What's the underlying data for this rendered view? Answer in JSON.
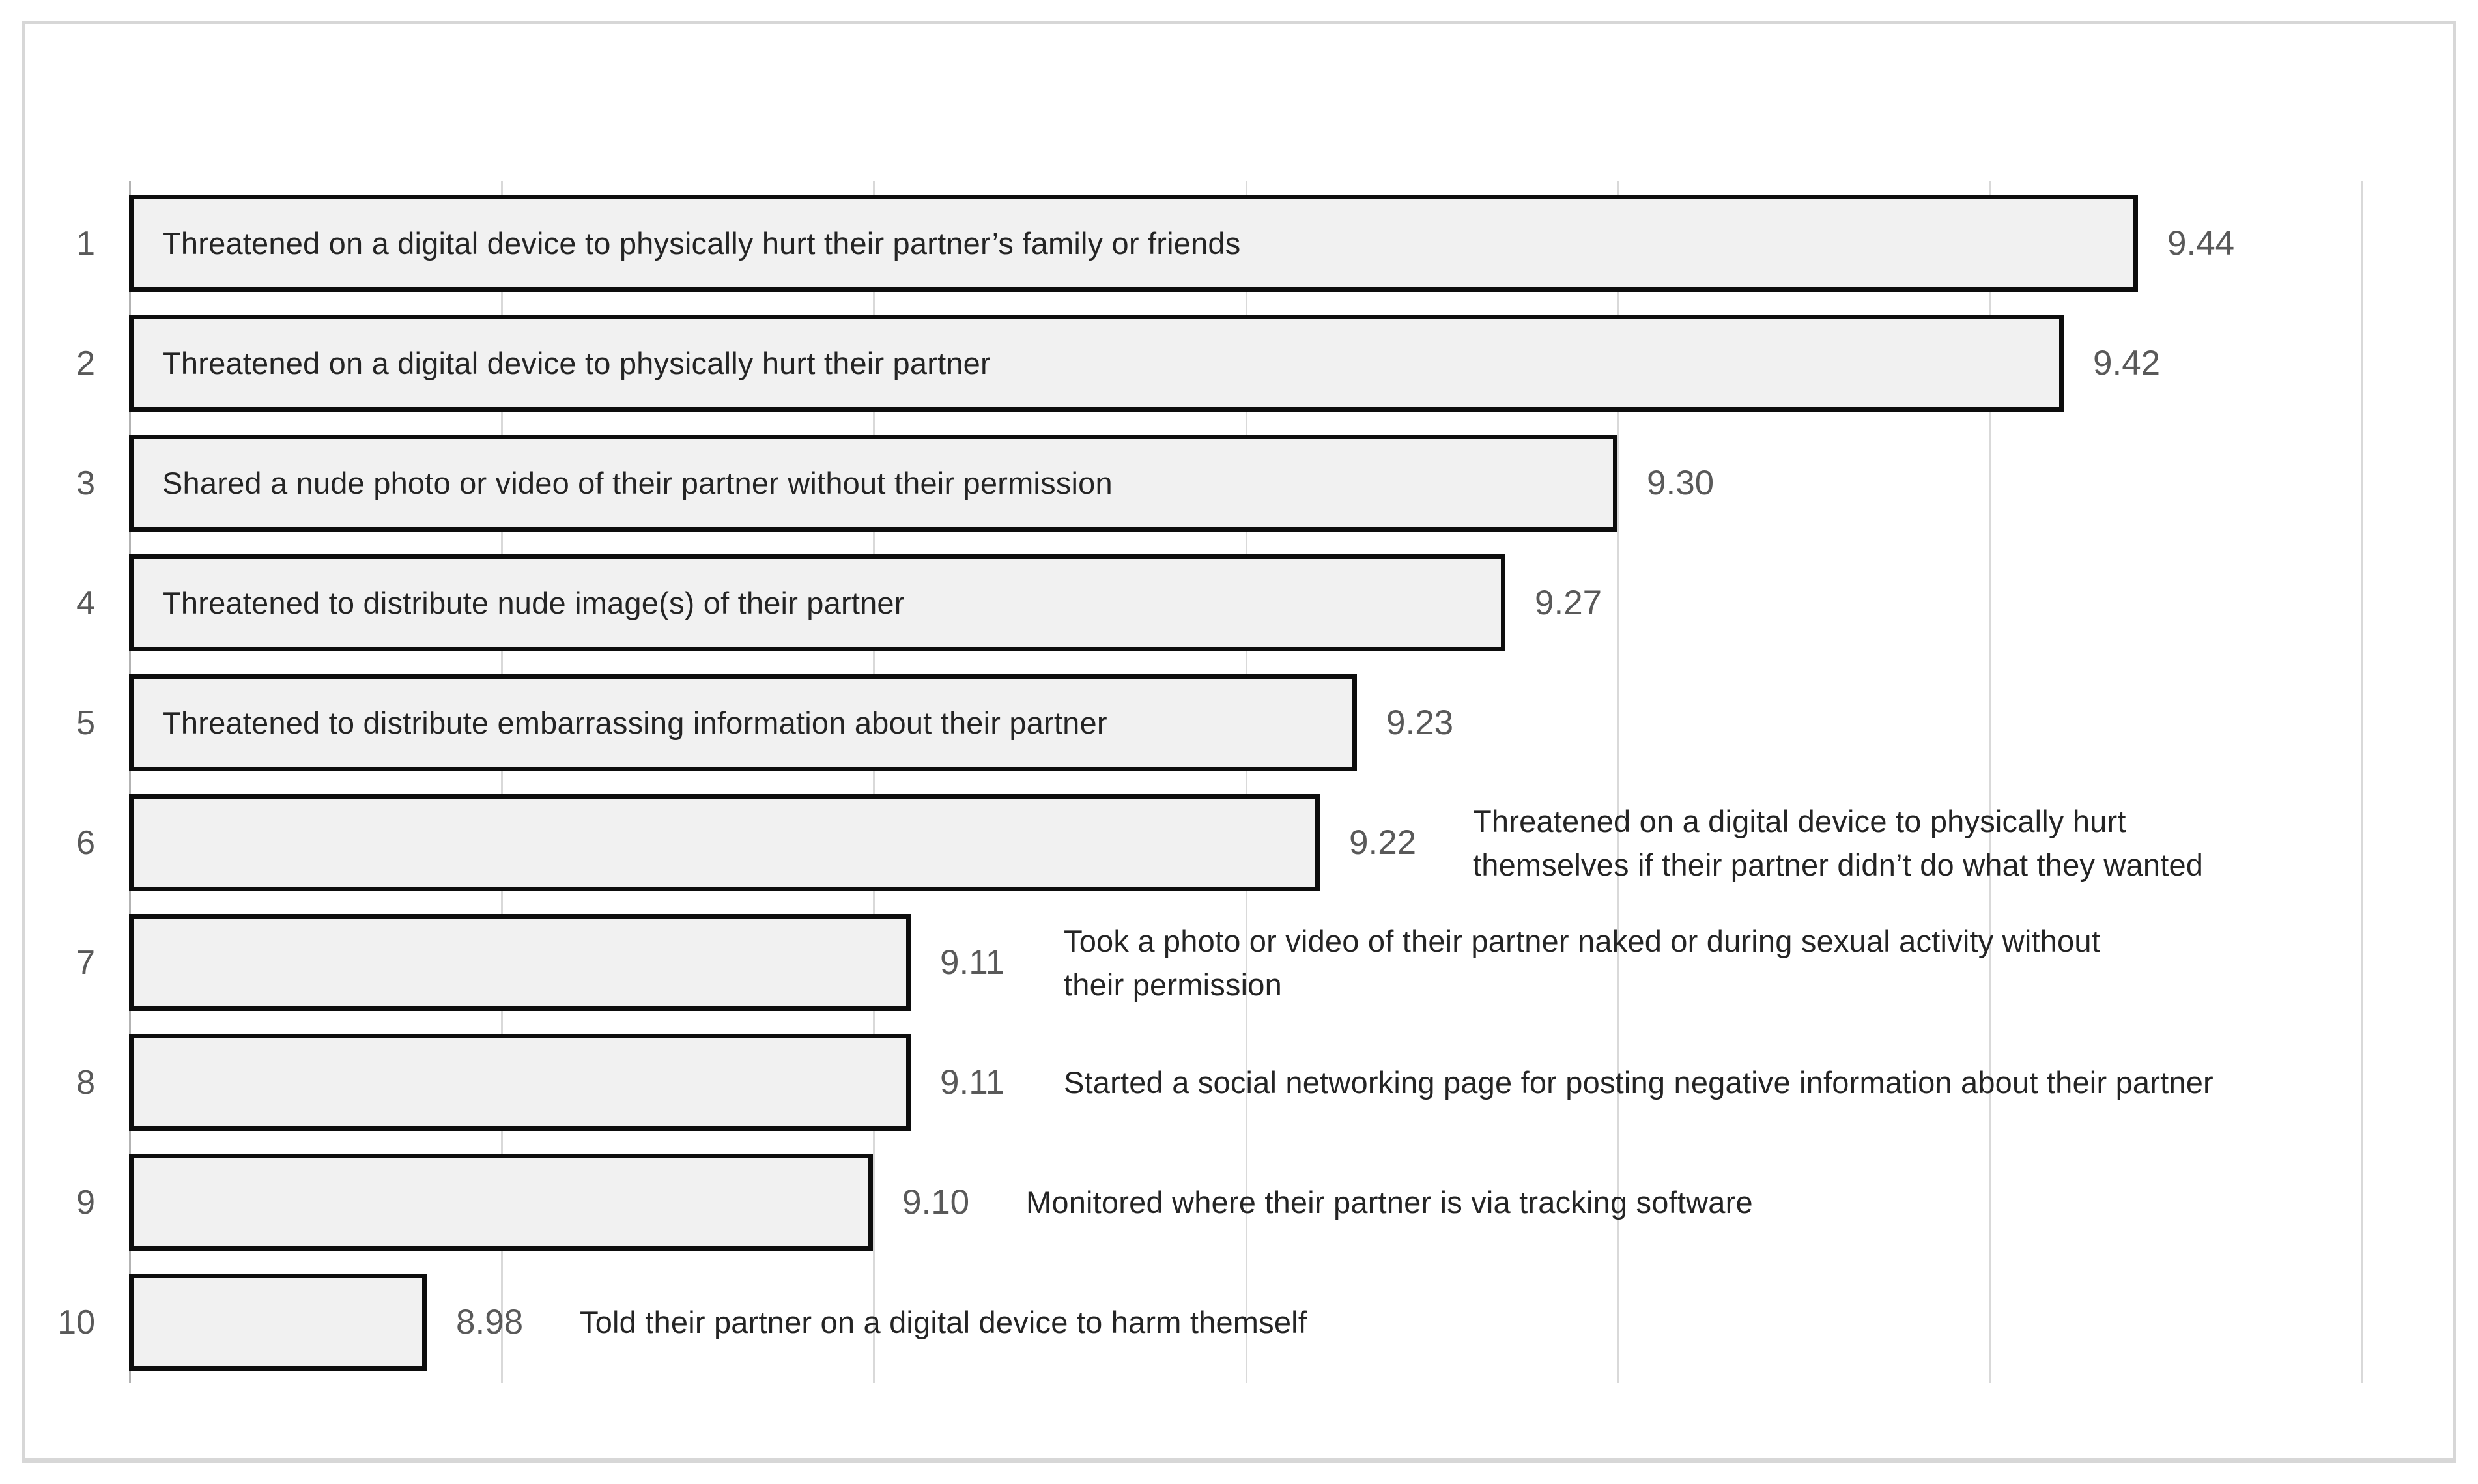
{
  "figure": {
    "background_color": "#ffffff",
    "border_color": "#d7d7d7",
    "title": ""
  },
  "chart_data": {
    "type": "bar",
    "orientation": "horizontal",
    "title": "",
    "xlabel": "",
    "ylabel": "",
    "x_min": 8.9,
    "x_max": 9.53,
    "grid": true,
    "gridline_step": 0.1,
    "gridlines": [
      9.0,
      9.1,
      9.2,
      9.3,
      9.4,
      9.5
    ],
    "axis_tick_labels_visible": false,
    "legend": "none",
    "bar_fill_color": "#f1f1f1",
    "bar_border_color": "#0d0d0d",
    "gridline_color": "#d9d9d9",
    "value_label_color": "#595959",
    "category_label_color": "#242424",
    "categories": [
      "1",
      "2",
      "3",
      "4",
      "5",
      "6",
      "7",
      "8",
      "9",
      "10"
    ],
    "values": [
      9.44,
      9.42,
      9.3,
      9.27,
      9.23,
      9.22,
      9.11,
      9.11,
      9.1,
      8.98
    ],
    "items": [
      {
        "rank": "1",
        "value": 9.44,
        "value_label": "9.44",
        "label": "Threatened on a digital device to physically hurt their partner’s family or friends",
        "label_position": "inside",
        "label_lines": [
          "Threatened on a digital device to physically hurt their partner’s family or friends"
        ]
      },
      {
        "rank": "2",
        "value": 9.42,
        "value_label": "9.42",
        "label": "Threatened on a digital device to physically hurt their partner",
        "label_position": "inside",
        "label_lines": [
          "Threatened on a digital device to physically hurt their partner"
        ]
      },
      {
        "rank": "3",
        "value": 9.3,
        "value_label": "9.30",
        "label": "Shared a nude photo or video of their partner without their permission",
        "label_position": "inside",
        "label_lines": [
          "Shared a nude photo or video of their partner without their permission"
        ]
      },
      {
        "rank": "4",
        "value": 9.27,
        "value_label": "9.27",
        "label": "Threatened to distribute nude image(s) of their partner",
        "label_position": "inside",
        "label_lines": [
          "Threatened to distribute nude image(s) of their partner"
        ]
      },
      {
        "rank": "5",
        "value": 9.23,
        "value_label": "9.23",
        "label": "Threatened to distribute embarrassing information about their partner",
        "label_position": "inside",
        "label_lines": [
          "Threatened to distribute embarrassing information about their partner"
        ]
      },
      {
        "rank": "6",
        "value": 9.22,
        "value_label": "9.22",
        "label": "Threatened on a digital device to physically hurt themselves if their partner didn’t do what they wanted",
        "label_position": "right",
        "label_lines": [
          "Threatened on a digital device to physically hurt",
          "themselves if their partner didn’t do what they wanted"
        ]
      },
      {
        "rank": "7",
        "value": 9.11,
        "value_label": "9.11",
        "label": "Took a photo or video of their partner naked or during sexual activity without their permission",
        "label_position": "right",
        "label_lines": [
          "Took a photo or video of their partner naked or during sexual activity without",
          "their permission"
        ]
      },
      {
        "rank": "8",
        "value": 9.11,
        "value_label": "9.11",
        "label": "Started a social networking page for posting negative information about their partner",
        "label_position": "right",
        "label_lines": [
          "Started a social networking page for posting negative information about their partner"
        ]
      },
      {
        "rank": "9",
        "value": 9.1,
        "value_label": "9.10",
        "label": "Monitored where their partner is via tracking software",
        "label_position": "right",
        "label_lines": [
          "Monitored where their partner is via tracking software"
        ]
      },
      {
        "rank": "10",
        "value": 8.98,
        "value_label": "8.98",
        "label": "Told their partner on a digital device to harm themself",
        "label_position": "right",
        "label_lines": [
          "Told their partner on a digital device to harm themself"
        ]
      }
    ]
  }
}
